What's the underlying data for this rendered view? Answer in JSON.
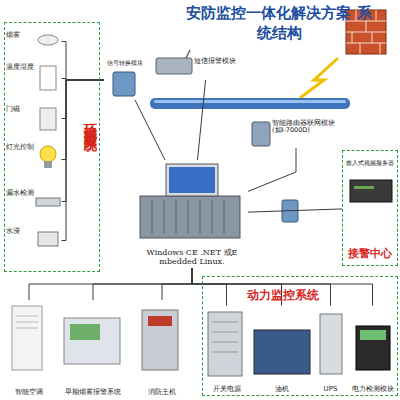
{
  "diagram": {
    "title": "安防监控一体化解决方案 系统结构",
    "nodes": [
      {
        "text": [
          "环境消防监控系统"
        ]
      },
      {
        "text": [
          "烟雾"
        ],
        "in": 0
      },
      {
        "text": [
          "温度湿度"
        ],
        "in": 0
      },
      {
        "text": [
          "门磁"
        ],
        "in": 0
      },
      {
        "text": [
          "灯光控制"
        ],
        "in": 0
      },
      {
        "text": [
          "漏水检测"
        ],
        "in": 0
      },
      {
        "text": [
          "水浸"
        ],
        "in": 0
      },
      {
        "text": [
          "智能空调"
        ]
      },
      {
        "text": [
          "早期烟雾报警系统"
        ]
      },
      {
        "text": [
          "消防主机"
        ]
      },
      {
        "text": [
          "动力监控系统"
        ]
      },
      {
        "text": [
          "开关电源"
        ],
        "in": 10
      },
      {
        "text": [
          "油机"
        ],
        "in": 10
      },
      {
        "text": [
          "UPS"
        ],
        "in": 10
      },
      {
        "text": [
          "电力检测模块"
        ],
        "in": 10
      },
      {
        "text": [
          "接警中心"
        ]
      },
      {
        "text": [
          "嵌入式视频服务器"
        ],
        "in": 15
      },
      {
        "text": [
          "Windows CE .NET 或Embedded Linux."
        ]
      },
      {
        "text": [
          "短信报警模块"
        ]
      },
      {
        "text": [
          "智能路由器联网模块 (如I-7000D)"
        ]
      },
      {
        "text": [
          "信号转换模块"
        ]
      }
    ],
    "edges": [
      {
        "from": 1,
        "to": 20,
        "arrow": "none"
      },
      {
        "from": 2,
        "to": 20,
        "arrow": "none"
      },
      {
        "from": 3,
        "to": 20,
        "arrow": "none"
      },
      {
        "from": 4,
        "to": 20,
        "arrow": "none"
      },
      {
        "from": 5,
        "to": 20,
        "arrow": "none"
      },
      {
        "from": 6,
        "to": 20,
        "arrow": "none"
      },
      {
        "from": 20,
        "to": 17,
        "arrow": "none"
      },
      {
        "from": 18,
        "to": 17,
        "arrow": "none"
      },
      {
        "from": 19,
        "to": 17,
        "arrow": "none"
      },
      {
        "from": 17,
        "to": 15,
        "arrow": "none"
      },
      {
        "from": 7,
        "to": 17,
        "arrow": "none"
      },
      {
        "from": 8,
        "to": 17,
        "arrow": "none"
      },
      {
        "from": 9,
        "to": 17,
        "arrow": "none"
      },
      {
        "from": 11,
        "to": 17,
        "arrow": "none"
      },
      {
        "from": 12,
        "to": 17,
        "arrow": "none"
      },
      {
        "from": 13,
        "to": 17,
        "arrow": "none"
      },
      {
        "from": 14,
        "to": 17,
        "arrow": "none"
      }
    ]
  }
}
